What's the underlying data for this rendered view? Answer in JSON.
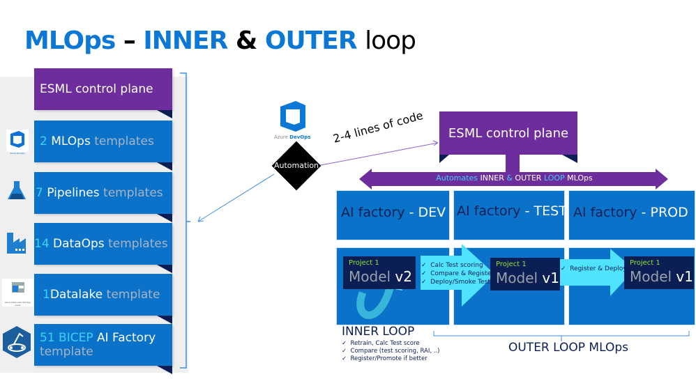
{
  "title": {
    "part1": "MLOps",
    "dash": "–",
    "part2": "INNER",
    "amp": "&",
    "part3": "OUTER",
    "part4": "loop"
  },
  "left_stack": [
    {
      "main": "ESML control plane"
    },
    {
      "num": "2",
      "main": "MLOps",
      "tail": "templates",
      "icon": "azure-devops-icon",
      "icon_label": "Azure DevOps"
    },
    {
      "num": "7",
      "main": "Pipelines",
      "tail": "templates",
      "icon": "azure-ml-flask-icon"
    },
    {
      "num": "14",
      "main": "DataOps",
      "tail": "templates",
      "icon": "data-factory-icon"
    },
    {
      "num": "1",
      "main": "Datalake",
      "tail": "template",
      "icon": "data-lake-storage-icon",
      "icon_label": "Azure Data Lake Storage Gen2"
    },
    {
      "num": "51 BICEP",
      "main": "AI Factory",
      "tail": "template",
      "icon": "ai-factory-robot-icon"
    }
  ],
  "devops": {
    "label_a": "Azure",
    "label_b": "DevOps"
  },
  "automation": "Automation",
  "code_label": "2-4 lines of code",
  "control_plane": "ESML control plane",
  "automates": {
    "a": "Automates",
    "b": "INNER",
    "c": "&",
    "d": "OUTER",
    "e": "LOOP",
    "f": "MLOps"
  },
  "factories": [
    {
      "a": "AI factory",
      "b": "- DEV"
    },
    {
      "a": "AI factory",
      "b": "- TEST"
    },
    {
      "a": "AI factory",
      "b": "- PROD"
    }
  ],
  "models": [
    {
      "project": "Project 1",
      "model": "Model",
      "ver": "v2"
    },
    {
      "project": "Project 1",
      "model": "Model",
      "ver": "v1"
    },
    {
      "project": "Project 1",
      "model": "Model",
      "ver": "v1"
    }
  ],
  "test_steps": [
    "Calc Test scoring",
    "Compare & Register",
    "Deploy/Smoke Test"
  ],
  "prod_steps": [
    "Register & Deploy"
  ],
  "inner_loop": {
    "title": "INNER LOOP",
    "items": [
      "Retrain, Calc Test score",
      "Compare (test scoring, RAI, ..)",
      "Register/Promote if better"
    ]
  },
  "outer_loop": "OUTER LOOP MLOps",
  "colors": {
    "blue": "#0a72c8",
    "purple": "#6e2d9c",
    "navy": "#0c1f55",
    "cyan": "#4fe3ff",
    "green": "#8fe03a"
  }
}
